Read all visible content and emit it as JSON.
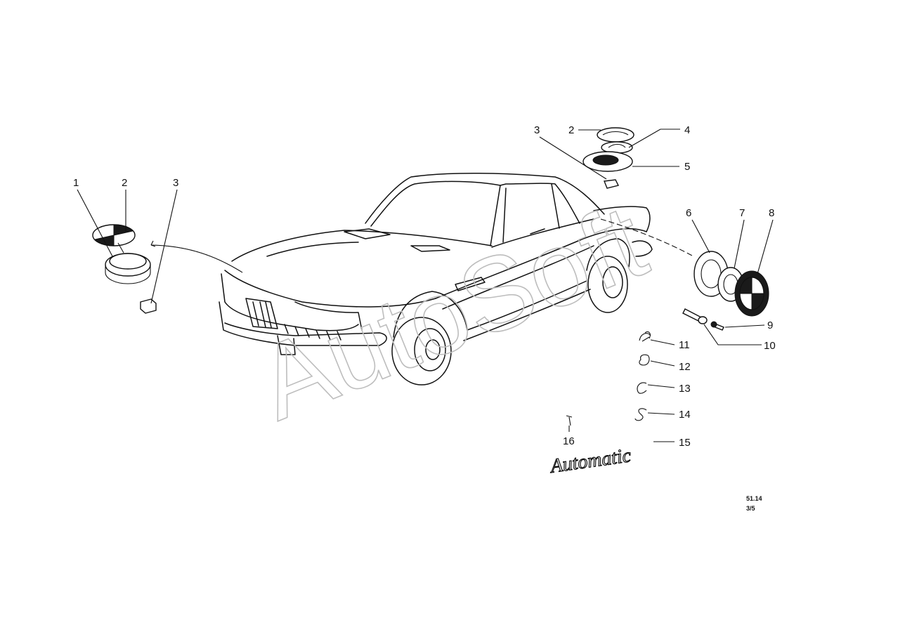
{
  "watermark": "AutoSoft",
  "callouts": [
    {
      "id": "c1a",
      "text": "1"
    },
    {
      "id": "c2a",
      "text": "2"
    },
    {
      "id": "c3a",
      "text": "3"
    },
    {
      "id": "c3b",
      "text": "3"
    },
    {
      "id": "c2b",
      "text": "2"
    },
    {
      "id": "c4",
      "text": "4"
    },
    {
      "id": "c5",
      "text": "5"
    },
    {
      "id": "c6",
      "text": "6"
    },
    {
      "id": "c7",
      "text": "7"
    },
    {
      "id": "c8",
      "text": "8"
    },
    {
      "id": "c9",
      "text": "9"
    },
    {
      "id": "c10",
      "text": "10"
    },
    {
      "id": "c11",
      "text": "11"
    },
    {
      "id": "c12",
      "text": "12"
    },
    {
      "id": "c13",
      "text": "13"
    },
    {
      "id": "c14",
      "text": "14"
    },
    {
      "id": "c15",
      "text": "15"
    },
    {
      "id": "c16",
      "text": "16"
    }
  ],
  "badge_script": "Automatic",
  "page_code": {
    "line1": "51.14",
    "line2": "3/5"
  }
}
